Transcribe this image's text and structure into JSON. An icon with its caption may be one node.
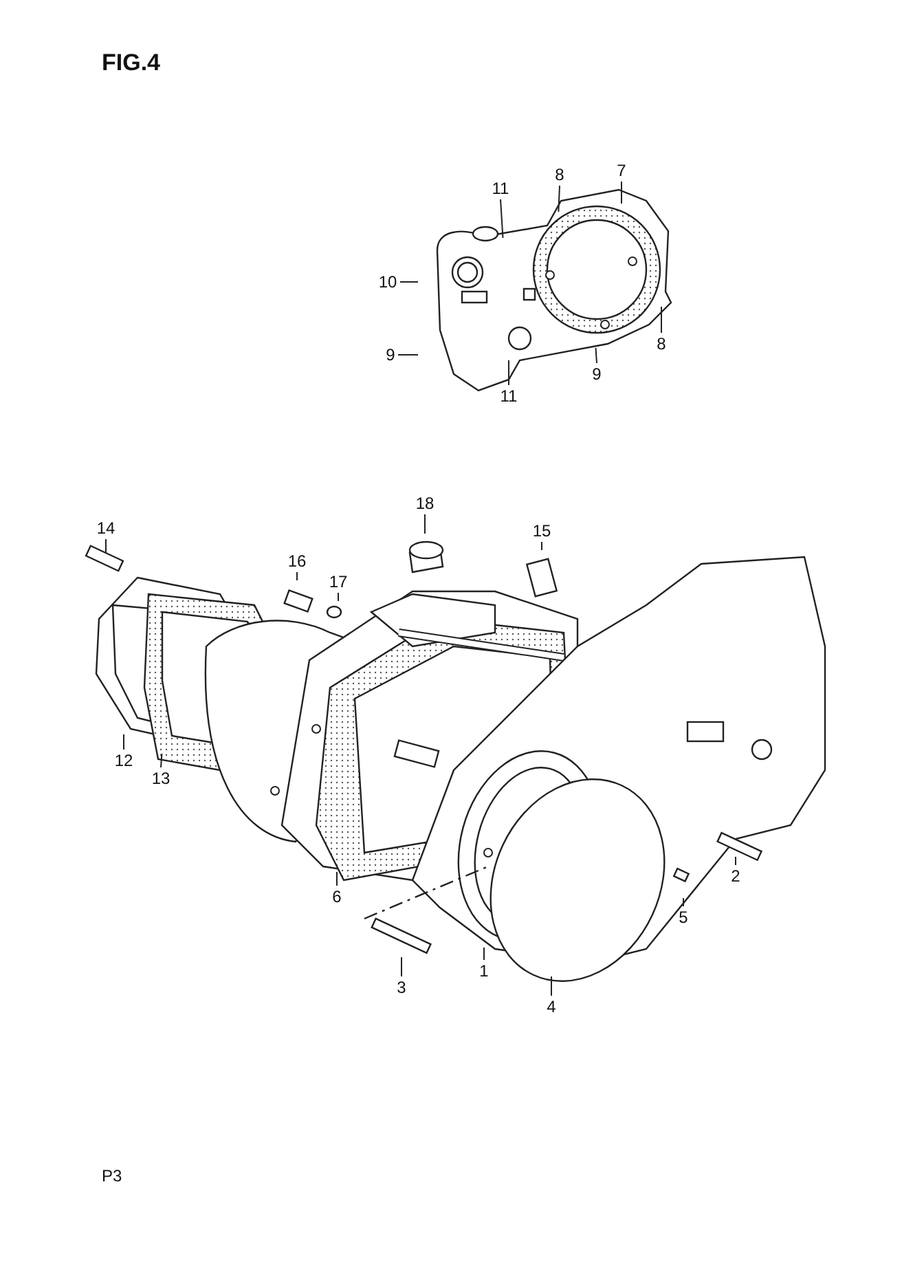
{
  "diagram": {
    "title": "FIG.4",
    "nodes": [
      {
        "text": [
          "11"
        ]
      },
      {
        "text": [
          "8"
        ]
      },
      {
        "text": [
          "7"
        ]
      },
      {
        "text": [
          "10"
        ]
      },
      {
        "text": [
          "8"
        ]
      },
      {
        "text": [
          "9"
        ]
      },
      {
        "text": [
          "9"
        ]
      },
      {
        "text": [
          "11"
        ]
      },
      {
        "text": [
          "18"
        ]
      },
      {
        "text": [
          "14"
        ]
      },
      {
        "text": [
          "15"
        ]
      },
      {
        "text": [
          "16"
        ]
      },
      {
        "text": [
          "17"
        ]
      },
      {
        "text": [
          "12"
        ]
      },
      {
        "text": [
          "13"
        ]
      },
      {
        "text": [
          "6"
        ]
      },
      {
        "text": [
          "2"
        ]
      },
      {
        "text": [
          "5"
        ]
      },
      {
        "text": [
          "1"
        ]
      },
      {
        "text": [
          "3"
        ]
      },
      {
        "text": [
          "4"
        ]
      }
    ],
    "edges": [
      {
        "from": 0,
        "to": null,
        "arrow": "none"
      },
      {
        "from": 1,
        "to": null,
        "arrow": "none"
      },
      {
        "from": 2,
        "to": null,
        "arrow": "none"
      },
      {
        "from": 3,
        "to": null,
        "arrow": "none"
      },
      {
        "from": 4,
        "to": null,
        "arrow": "none"
      },
      {
        "from": 5,
        "to": null,
        "arrow": "none"
      },
      {
        "from": 6,
        "to": null,
        "arrow": "none"
      },
      {
        "from": 7,
        "to": null,
        "arrow": "none"
      },
      {
        "from": 8,
        "to": null,
        "arrow": "none"
      },
      {
        "from": 9,
        "to": null,
        "arrow": "none"
      },
      {
        "from": 10,
        "to": null,
        "arrow": "none"
      },
      {
        "from": 11,
        "to": null,
        "arrow": "none"
      },
      {
        "from": 12,
        "to": null,
        "arrow": "none"
      },
      {
        "from": 13,
        "to": null,
        "arrow": "none"
      },
      {
        "from": 14,
        "to": null,
        "arrow": "none"
      },
      {
        "from": 15,
        "to": null,
        "arrow": "none"
      },
      {
        "from": 16,
        "to": null,
        "arrow": "none"
      },
      {
        "from": 17,
        "to": null,
        "arrow": "none"
      },
      {
        "from": 18,
        "to": null,
        "arrow": "none"
      },
      {
        "from": 19,
        "to": null,
        "arrow": "none"
      },
      {
        "from": 20,
        "to": null,
        "arrow": "none"
      }
    ],
    "labels": [
      "P3"
    ]
  }
}
